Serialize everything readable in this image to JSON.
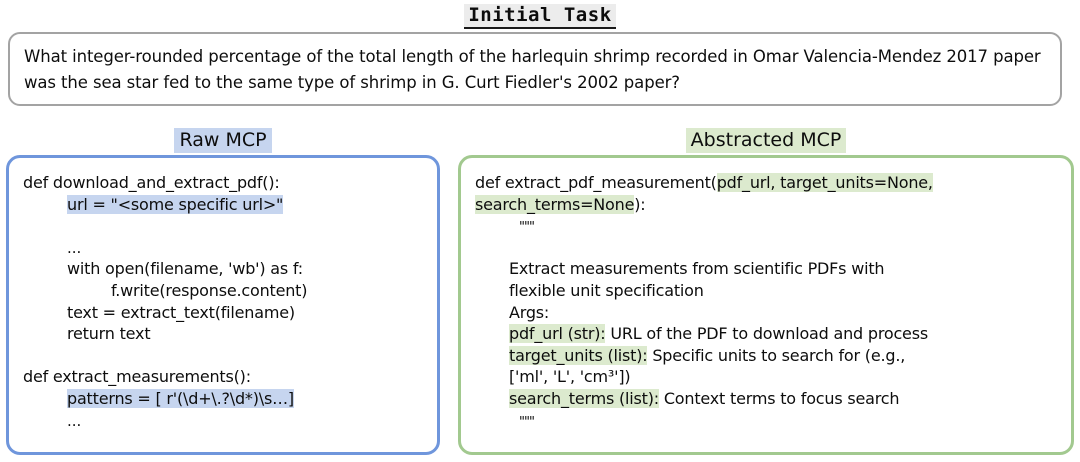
{
  "task": {
    "heading": "Initial Task",
    "text": "What integer-rounded percentage of the total length of the harlequin shrimp recorded in Omar Valencia-Mendez 2017 paper was the sea star fed to the same type of shrimp in G. Curt Fiedler's 2002 paper?"
  },
  "colors": {
    "task_border": "#a3a3a3",
    "raw_border": "#6f96dc",
    "abstracted_border": "#a2c98f",
    "raw_highlight": "#c6d5ef",
    "abstracted_highlight": "#dceace",
    "heading_highlight": "#ececec"
  },
  "raw_panel": {
    "heading": "Raw MCP",
    "lines": [
      {
        "text": "def download_and_extract_pdf():",
        "indent": 0,
        "highlight": false
      },
      {
        "text": "url = \"<some specific url>\"",
        "indent": 1,
        "highlight": true
      },
      {
        "text": "",
        "indent": 0,
        "highlight": false
      },
      {
        "text": "...",
        "indent": 1,
        "highlight": false
      },
      {
        "text": "with open(filename, 'wb') as f:",
        "indent": 1,
        "highlight": false
      },
      {
        "text": "f.write(response.content)",
        "indent": 2,
        "highlight": false
      },
      {
        "text": "text = extract_text(filename)",
        "indent": 1,
        "highlight": false
      },
      {
        "text": "return text",
        "indent": 1,
        "highlight": false
      },
      {
        "text": "",
        "indent": 0,
        "highlight": false
      },
      {
        "text": "def extract_measurements():",
        "indent": 0,
        "highlight": false
      },
      {
        "text": "patterns = [ r'(\\d+\\.?\\d*)\\s…]",
        "indent": 1,
        "highlight": true
      },
      {
        "text": "...",
        "indent": 1,
        "highlight": false
      }
    ]
  },
  "abstracted_panel": {
    "heading": "Abstracted MCP",
    "signature_prefix": "def extract_pdf_measurement(",
    "signature_args": "pdf_url, target_units=None,",
    "signature_args2": "search_terms=None",
    "signature_suffix": "):",
    "docstring_open": "\"\"\"",
    "docstring_close": "\"\"\"",
    "doc_lines": [
      {
        "text": "Extract measurements from scientific PDFs with",
        "highlight_span": null
      },
      {
        "text": "flexible unit specification",
        "highlight_span": null
      },
      {
        "text": "Args:",
        "highlight_span": null
      }
    ],
    "args": [
      {
        "name": "pdf_url (str):",
        "desc": " URL of the PDF to download and process"
      },
      {
        "name": "target_units (list):",
        "desc": " Specific units to search for (e.g.,"
      },
      {
        "name": "",
        "desc": "['ml', 'L', 'cm³'])"
      },
      {
        "name": "search_terms (list):",
        "desc": " Context terms to focus search"
      }
    ]
  }
}
